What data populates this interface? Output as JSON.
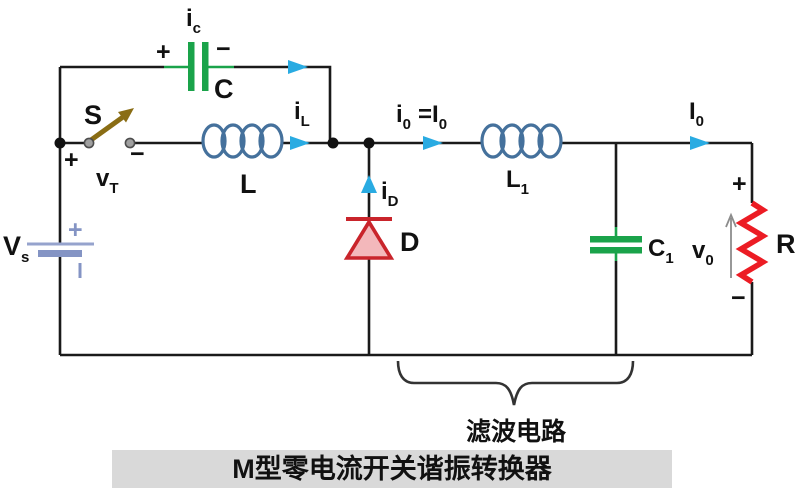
{
  "figure": {
    "caption": "M型零电流开关谐振转换器",
    "filter_annotation": "滤波电路"
  },
  "colors": {
    "wire": "#1a1a1a",
    "capacitor_green": "#1aa34a",
    "inductor_blue": "#45719c",
    "arrow_cyan": "#29abe2",
    "diode_stroke_red": "#c9242b",
    "diode_fill_pink": "#f3b8bb",
    "resistor_red": "#ec1c24",
    "switch_olive": "#8a6d14",
    "battery_blue": "#8494c4",
    "caption_bg": "#d9d9d9"
  },
  "labels": {
    "ic_main": "i",
    "ic_sub": "c",
    "c_plus": "+",
    "c_minus": "−",
    "c_name": "C",
    "s_name": "S",
    "sw_plus": "+",
    "sw_minus": "−",
    "vt_main": "v",
    "vt_sub": "T",
    "il_main": "i",
    "il_sub": "L",
    "l_name": "L",
    "io_main": "i",
    "io_sub": "0",
    "io_eq": "=I",
    "io_eq_sub": "0",
    "l1_main": "L",
    "l1_sub": "1",
    "Io_main": "I",
    "Io_sub": "0",
    "id_main": "i",
    "id_sub": "D",
    "d_name": "D",
    "c1_main": "C",
    "c1_sub": "1",
    "v0_main": "v",
    "v0_sub": "0",
    "r_plus": "+",
    "r_minus": "−",
    "r_name": "R",
    "vs_main": "V",
    "vs_sub": "s",
    "bat_plus": "+"
  }
}
